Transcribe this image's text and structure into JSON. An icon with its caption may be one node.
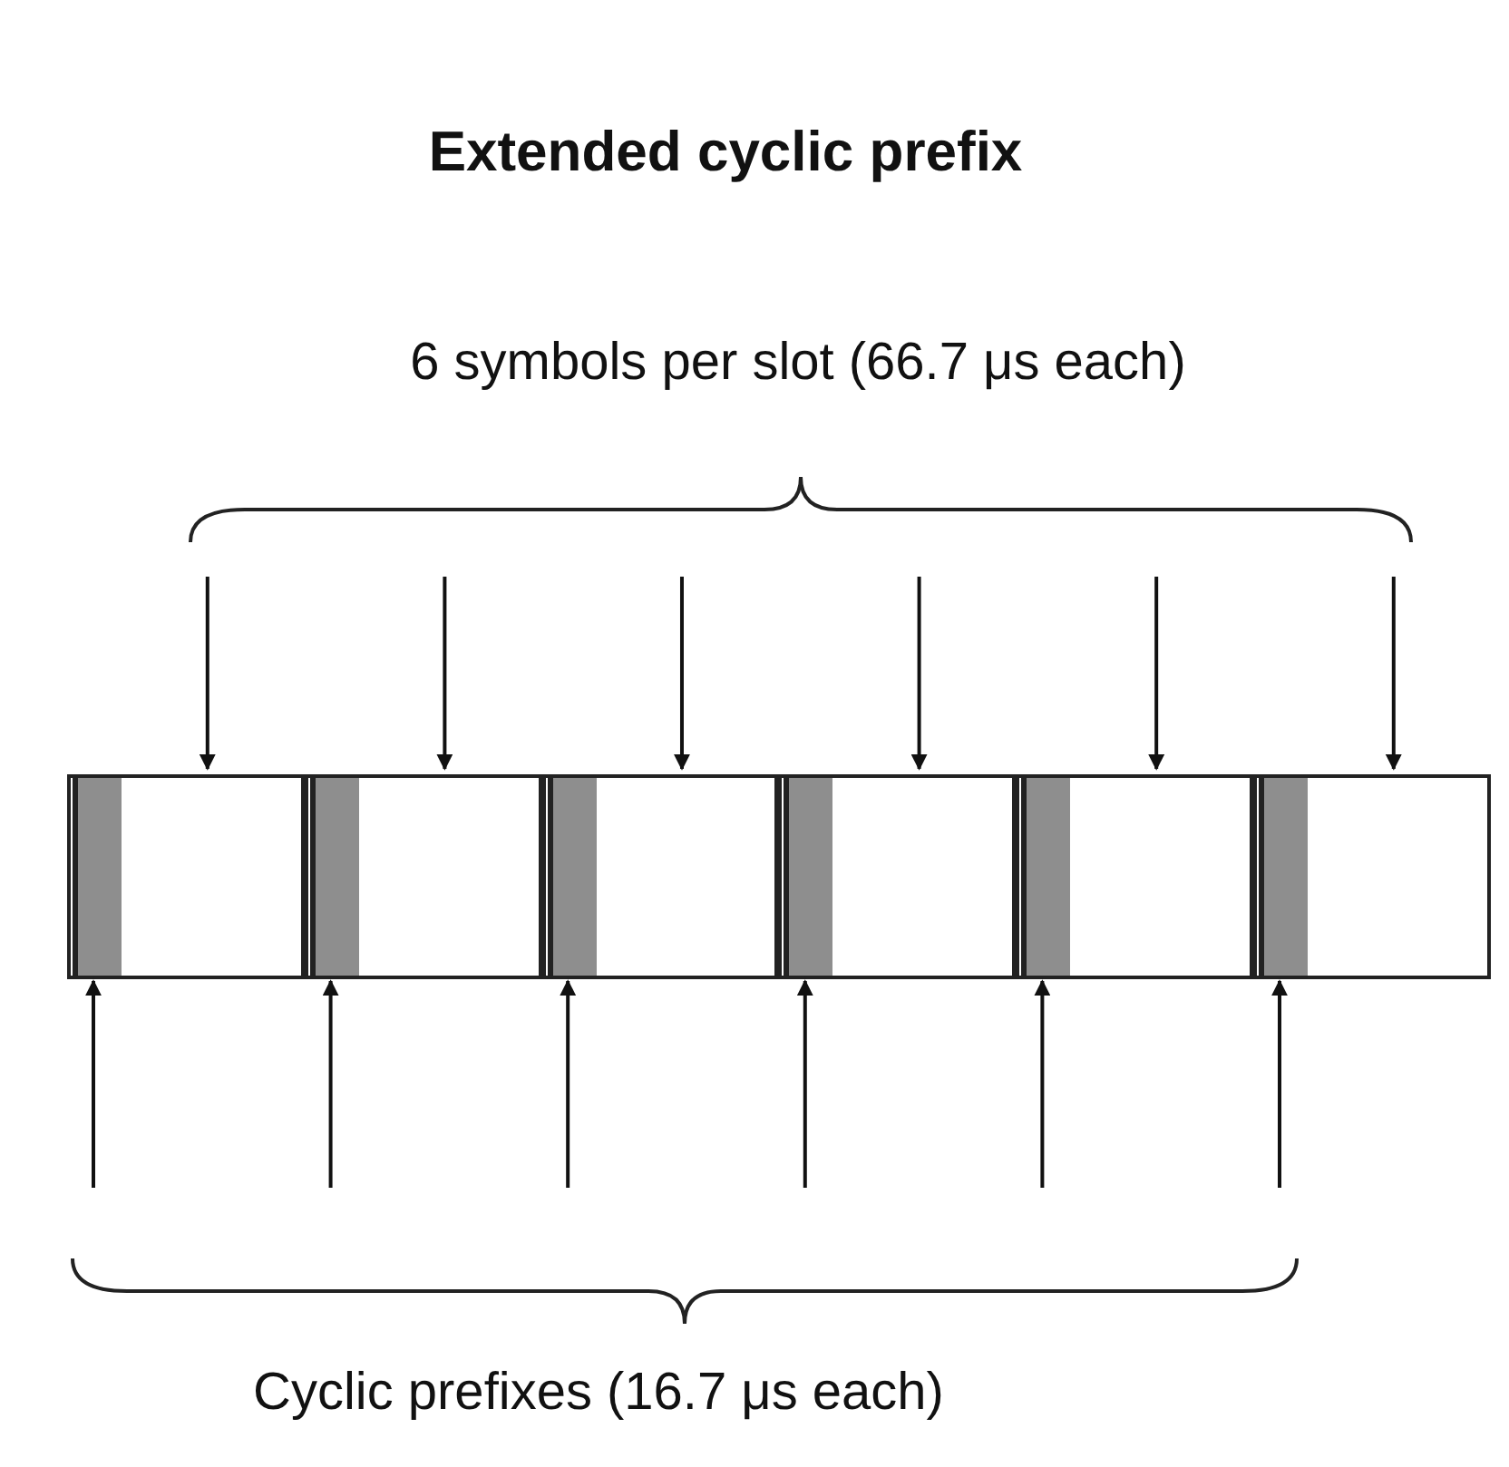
{
  "diagram": {
    "title": "Extended cyclic prefix",
    "nodes": [
      {
        "text": [],
        "shape": "box"
      },
      {
        "text": [],
        "shape": "bar",
        "in": 0
      },
      {
        "text": [],
        "shape": "box"
      },
      {
        "text": [],
        "shape": "bar",
        "in": 2
      },
      {
        "text": [],
        "shape": "box"
      },
      {
        "text": [],
        "shape": "bar",
        "in": 4
      },
      {
        "text": [],
        "shape": "box"
      },
      {
        "text": [],
        "shape": "bar",
        "in": 6
      },
      {
        "text": [],
        "shape": "box"
      },
      {
        "text": [],
        "shape": "bar",
        "in": 8
      },
      {
        "text": [],
        "shape": "box"
      },
      {
        "text": [],
        "shape": "bar",
        "in": 10
      }
    ],
    "edges": [
      {
        "from": null,
        "to": 0,
        "arrow": "to"
      },
      {
        "from": null,
        "to": 2,
        "arrow": "to"
      },
      {
        "from": null,
        "to": 4,
        "arrow": "to"
      },
      {
        "from": null,
        "to": 6,
        "arrow": "to"
      },
      {
        "from": null,
        "to": 8,
        "arrow": "to"
      },
      {
        "from": null,
        "to": 10,
        "arrow": "to"
      },
      {
        "from": null,
        "to": 1,
        "arrow": "to"
      },
      {
        "from": null,
        "to": 3,
        "arrow": "to"
      },
      {
        "from": null,
        "to": 5,
        "arrow": "to"
      },
      {
        "from": null,
        "to": 7,
        "arrow": "to"
      },
      {
        "from": null,
        "to": 9,
        "arrow": "to"
      },
      {
        "from": null,
        "to": 11,
        "arrow": "to"
      }
    ],
    "labels": [
      "6 symbols per slot (66.7 μs each)",
      "Cyclic prefixes (16.7 μs each)"
    ]
  }
}
